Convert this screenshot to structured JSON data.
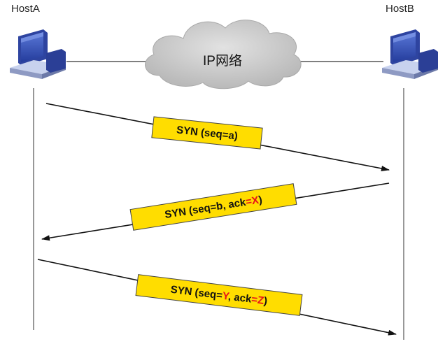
{
  "hosts": {
    "left": {
      "label": "HostA"
    },
    "right": {
      "label": "HostB"
    }
  },
  "network": {
    "label": "IP网络"
  },
  "messages": [
    {
      "direction": "A-to-B",
      "parts": [
        {
          "text": "SYN (seq=a)",
          "highlight": false
        }
      ]
    },
    {
      "direction": "B-to-A",
      "parts": [
        {
          "text": "SYN (seq=b, ack",
          "highlight": false
        },
        {
          "text": "=",
          "highlight": true
        },
        {
          "text": "X",
          "highlight": true
        },
        {
          "text": ")",
          "highlight": false
        }
      ]
    },
    {
      "direction": "A-to-B",
      "parts": [
        {
          "text": "SYN (seq=",
          "highlight": false
        },
        {
          "text": "Y",
          "highlight": true
        },
        {
          "text": ", ack",
          "highlight": false
        },
        {
          "text": "=",
          "highlight": true
        },
        {
          "text": "Z",
          "highlight": true
        },
        {
          "text": ")",
          "highlight": false
        }
      ]
    }
  ],
  "colors": {
    "label_fill": "#ffdd00",
    "highlight": "#e8101a",
    "computer": "#3a4fa8",
    "cloud": "#c9c9c9"
  }
}
